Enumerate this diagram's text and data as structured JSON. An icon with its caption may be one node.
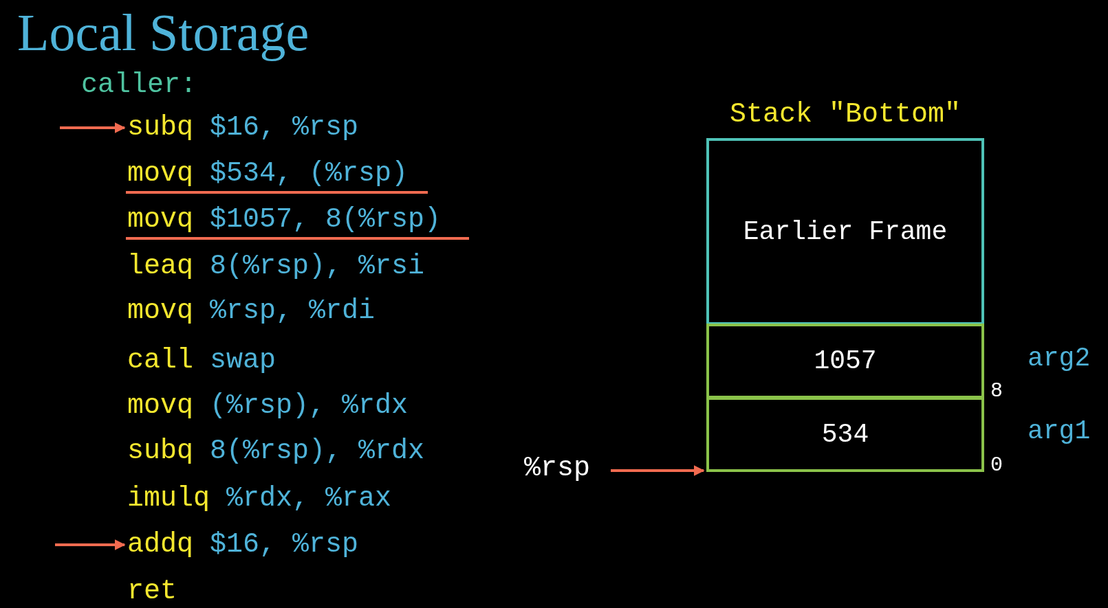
{
  "diagram": {
    "title": "Local Storage",
    "nodes": [
      {
        "text": [
          "subq $16, %rsp"
        ]
      },
      {
        "text": [
          "addq $16, %rsp"
        ]
      },
      {
        "text": [
          "Earlier Frame"
        ]
      },
      {
        "text": [
          "1057"
        ],
        "beside": [
          "arg2"
        ]
      },
      {
        "text": [
          "534"
        ],
        "beside": [
          "arg1"
        ]
      },
      {
        "text": [
          "%rsp"
        ]
      }
    ],
    "edges": [
      {
        "from": null,
        "to": 0,
        "arrow": "to"
      },
      {
        "from": null,
        "to": 1,
        "arrow": "to"
      },
      {
        "from": 5,
        "to": 4,
        "arrow": "to"
      }
    ],
    "labels": [
      "caller:",
      "movq $534, (%rsp)",
      "movq $1057, 8(%rsp)",
      "leaq 8(%rsp), %rsi",
      "movq %rsp, %rdi",
      "call swap",
      "movq (%rsp), %rdx",
      "subq 8(%rsp), %rdx",
      "imulq %rdx, %rax",
      "ret",
      "Stack \"Bottom\"",
      "8",
      "0"
    ]
  }
}
